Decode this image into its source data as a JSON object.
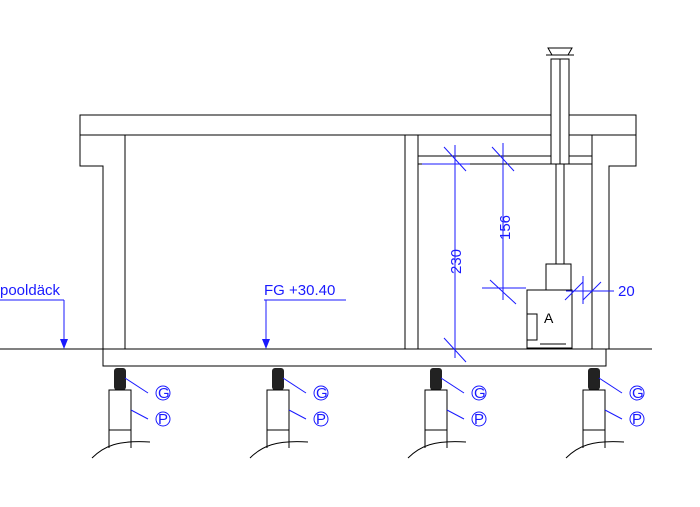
{
  "labels": {
    "pooldeck": "pooldäck",
    "floor_level": "FG +30.40",
    "heater": "A"
  },
  "dimensions": {
    "total_height": "230",
    "upper_height": "156",
    "clearance": "20"
  },
  "markers": {
    "g": "G",
    "p": "P"
  },
  "colors": {
    "annotation": "#1a1aff",
    "linework": "#000000"
  }
}
